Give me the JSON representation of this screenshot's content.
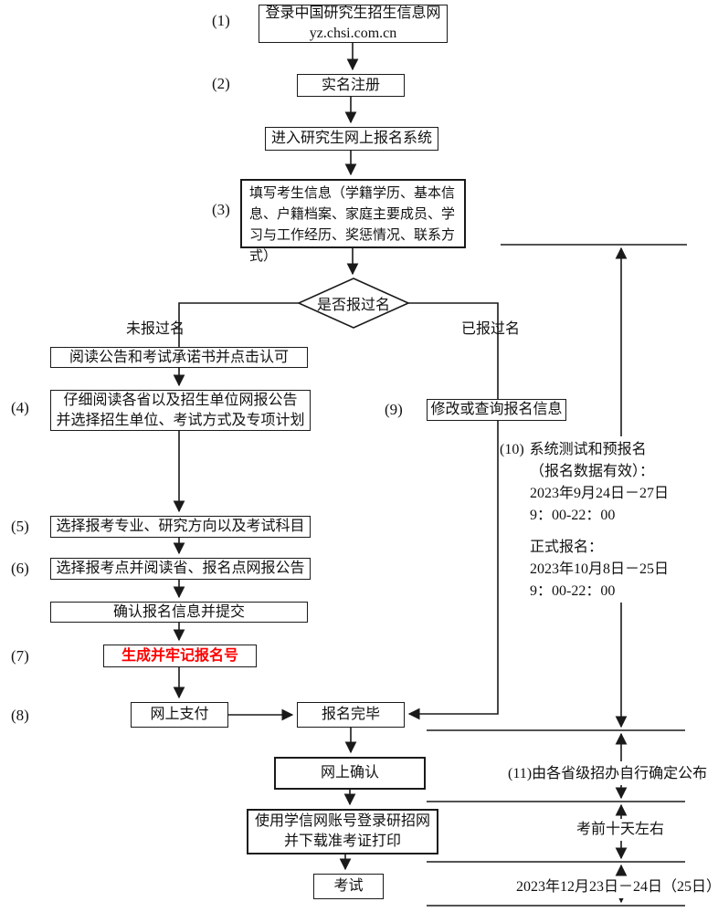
{
  "colors": {
    "line": "#1a1a1a",
    "highlight": "#fe0000",
    "background": "#ffffff"
  },
  "nodes": {
    "login": {
      "label_no": "(1)",
      "line1": "登录中国研究生招生信息网",
      "line2": "yz.chsi.com.cn"
    },
    "register": {
      "label_no": "(2)",
      "text": "实名注册"
    },
    "enter_system": {
      "text": "进入研究生网上报名系统"
    },
    "fill_info": {
      "label_no": "(3)",
      "text": "填写考生信息（学籍学历、基本信息、户籍档案、家庭主要成员、学习与工作经历、奖惩情况、联系方式）"
    },
    "decision": {
      "text": "是否报过名",
      "no_label": "未报过名",
      "yes_label": "已报过名"
    },
    "read_notice": {
      "text": "阅读公告和考试承诺书并点击认可"
    },
    "read_province": {
      "label_no": "(4)",
      "line1": "仔细阅读各省以及招生单位网报公告",
      "line2": "并选择招生单位、考试方式及专项计划"
    },
    "modify_query": {
      "label_no": "(9)",
      "text": "修改或查询报名信息"
    },
    "choose_major": {
      "label_no": "(5)",
      "text": "选择报考专业、研究方向以及考试科目"
    },
    "choose_site": {
      "label_no": "(6)",
      "text": "选择报考点并阅读省、报名点网报公告"
    },
    "confirm_submit": {
      "text": "确认报名信息并提交"
    },
    "reg_number": {
      "label_no": "(7)",
      "text": "生成并牢记报名号"
    },
    "pay": {
      "label_no": "(8)",
      "text": "网上支付"
    },
    "complete": {
      "text": "报名完毕"
    },
    "online_confirm": {
      "text": "网上确认"
    },
    "download_ticket": {
      "line1": "使用学信网账号登录研招网",
      "line2": "并下载准考证打印"
    },
    "exam": {
      "text": "考试"
    }
  },
  "annotations": {
    "schedule": {
      "label_no": "(10)",
      "line1": "系统测试和预报名",
      "line2": "（报名数据有效）：",
      "line3": "2023年9月24日－27日",
      "line4": "9：00-22：00",
      "line5": "正式报名：",
      "line6": "2023年10月8日－25日",
      "line7": "9：00-22：00"
    },
    "confirm_note": {
      "label_no": "(11)",
      "text": "由各省级招办自行确定公布"
    },
    "before_exam": {
      "text": "考前十天左右"
    },
    "exam_date": {
      "text": "2023年12月23日－24日（25日）"
    }
  }
}
